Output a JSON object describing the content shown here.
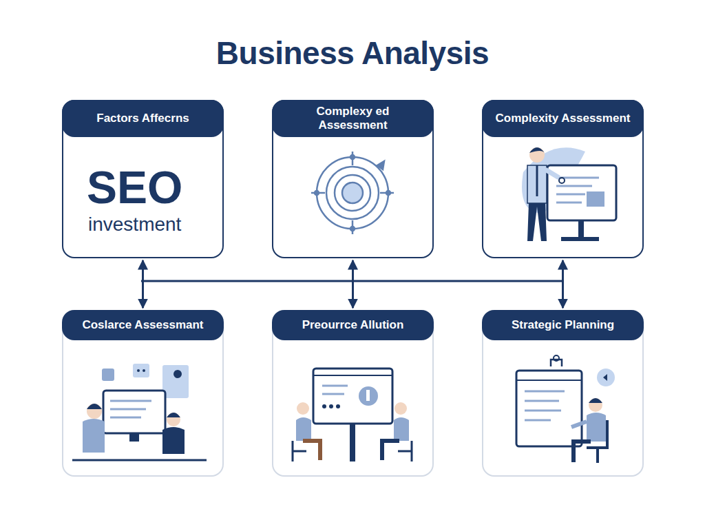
{
  "diagram": {
    "title": "Business Analysis",
    "nodes": [
      {
        "text": [
          "Factors Affecrns",
          "SEO",
          "investment"
        ]
      },
      {
        "text": [
          "Complexy ed Assessment"
        ]
      },
      {
        "text": [
          "Complexity Assessment"
        ]
      },
      {
        "text": [
          "Coslarce Assessmant"
        ]
      },
      {
        "text": [
          "Preourrce Allution"
        ]
      },
      {
        "text": [
          "Strategic Planning"
        ]
      }
    ],
    "edges": [
      {
        "from": 0,
        "to": 3,
        "arrow": "both"
      },
      {
        "from": 1,
        "to": 4,
        "arrow": "both"
      },
      {
        "from": 2,
        "to": 5,
        "arrow": "both"
      }
    ]
  }
}
